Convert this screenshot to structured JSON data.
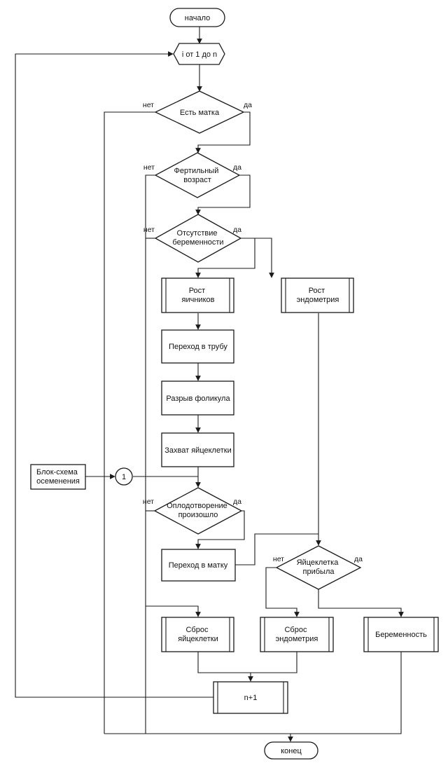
{
  "nodes": {
    "start": "начало",
    "loop": "i от 1 до n",
    "has_uterus": [
      "Есть матка"
    ],
    "fertile_age": [
      "Фертильный",
      "возраст"
    ],
    "no_pregnancy": [
      "Отсутствие",
      "беременности"
    ],
    "ovary_growth": [
      "Рост",
      "яичников"
    ],
    "endometrium_growth": [
      "Рост",
      "эндометрия"
    ],
    "tube_transfer": [
      "Переход в трубу"
    ],
    "follicle_rupture": [
      "Разрыв фоликула"
    ],
    "egg_capture": [
      "Захват яйцеклетки"
    ],
    "insemination_block": [
      "Блок-схема",
      "осеменения"
    ],
    "connector": "1",
    "fertilization": [
      "Оплодотворение",
      "произошло"
    ],
    "uterus_transfer": [
      "Переход в матку"
    ],
    "egg_arrived": [
      "Яйцеклетка",
      "прибыла"
    ],
    "egg_reset": [
      "Сброс",
      "яйцеклетки"
    ],
    "endometrium_reset": [
      "Сброс",
      "эндометрия"
    ],
    "pregnancy": [
      "Беременность"
    ],
    "increment": "n+1",
    "end": "конец"
  },
  "labels": {
    "yes": "да",
    "no": "нет"
  }
}
